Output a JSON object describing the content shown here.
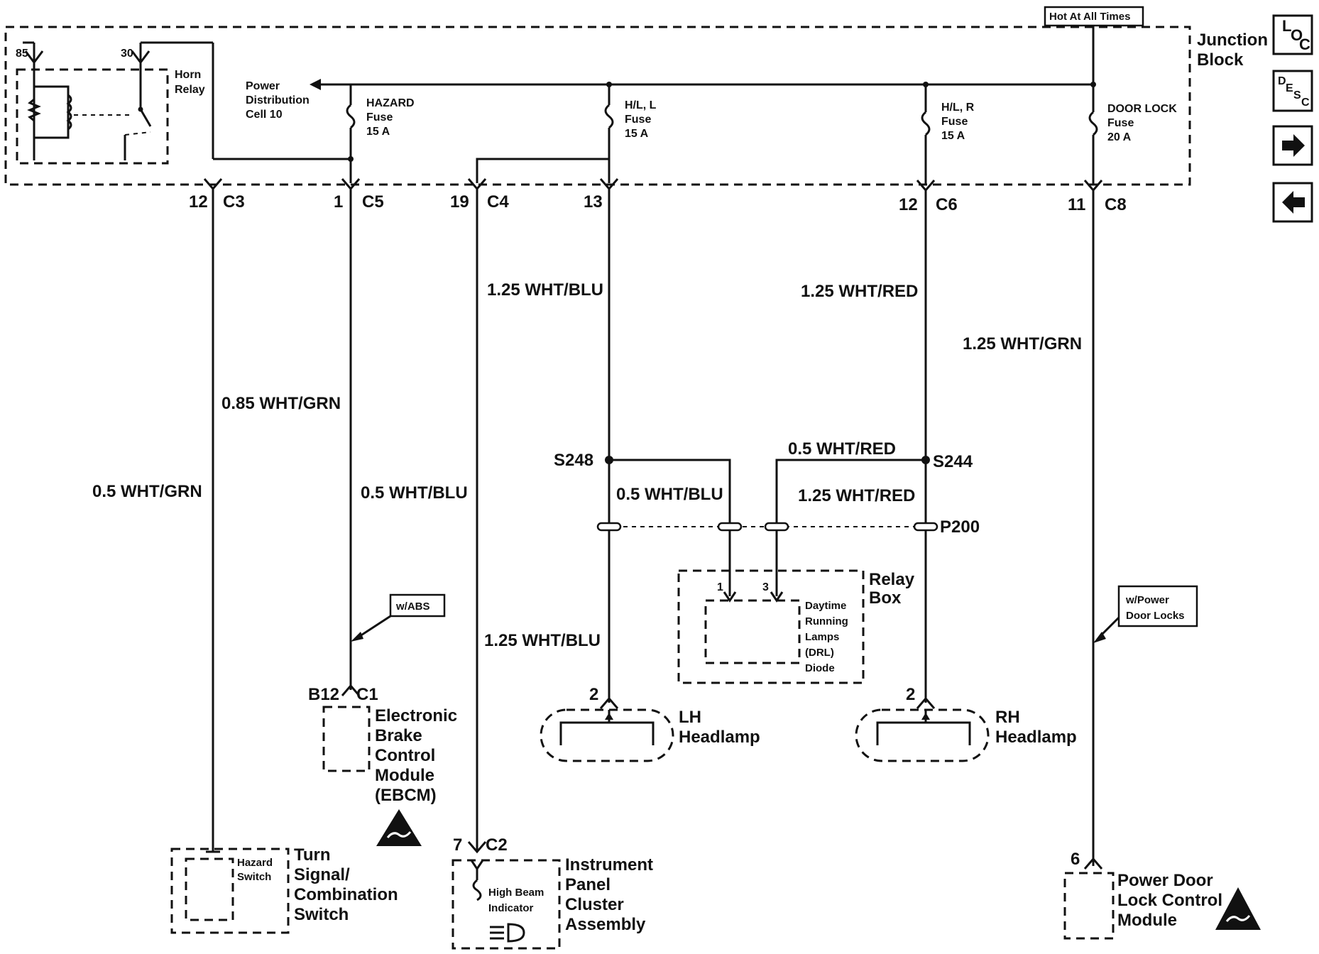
{
  "header": {
    "hot_at_all_times": "Hot At All Times"
  },
  "nav": {
    "loc": {
      "a": "L",
      "b": "O",
      "c": "C"
    },
    "desc": {
      "a": "D",
      "b": "E",
      "c": "S",
      "d": "C"
    }
  },
  "junction_block": {
    "line1": "Junction",
    "line2": "Block"
  },
  "horn_relay": {
    "pin85": "85",
    "pin30": "30",
    "line1": "Horn",
    "line2": "Relay"
  },
  "power_dist": {
    "line1": "Power",
    "line2": "Distribution",
    "line3": "Cell 10"
  },
  "fuses": {
    "hazard": {
      "line1": "HAZARD",
      "line2": "Fuse",
      "line3": "15 A"
    },
    "hl_l": {
      "line1": "H/L, L",
      "line2": "Fuse",
      "line3": "15 A"
    },
    "hl_r": {
      "line1": "H/L, R",
      "line2": "Fuse",
      "line3": "15 A"
    },
    "door_lock": {
      "line1": "DOOR LOCK",
      "line2": "Fuse",
      "line3": "20 A"
    }
  },
  "connectors": {
    "c3": {
      "pin": "12",
      "name": "C3"
    },
    "c5": {
      "pin": "1",
      "name": "C5"
    },
    "c4": {
      "pin": "19",
      "name": "C4"
    },
    "hl": {
      "pin": "13"
    },
    "c6": {
      "pin": "12",
      "name": "C6"
    },
    "c8": {
      "pin": "11",
      "name": "C8"
    }
  },
  "wires": {
    "w1": "1.25 WHT/BLU",
    "w2": "1.25 WHT/RED",
    "w3": "1.25 WHT/GRN",
    "w4": "0.85 WHT/GRN",
    "w5": "0.5 WHT/GRN",
    "w6": "0.5 WHT/BLU",
    "w7": "0.5 WHT/BLU",
    "w8": "0.5 WHT/RED",
    "w9": "1.25 WHT/RED",
    "w10": "1.25 WHT/BLU"
  },
  "splices": {
    "s248": "S248",
    "s244": "S244",
    "p200": "P200"
  },
  "tags": {
    "abs": "w/ABS",
    "power_locks": {
      "line1": "w/Power",
      "line2": "Door Locks"
    }
  },
  "relay_box": {
    "line1": "Relay",
    "line2": "Box",
    "pin1": "1",
    "pin3": "3",
    "drl": {
      "line1": "Daytime",
      "line2": "Running",
      "line3": "Lamps",
      "line4": "(DRL)",
      "line5": "Diode"
    }
  },
  "ebcm": {
    "pin": "B12",
    "conn": "C1",
    "line1": "Electronic",
    "line2": "Brake",
    "line3": "Control",
    "line4": "Module",
    "line5": "(EBCM)"
  },
  "lh_headlamp": {
    "pin": "2",
    "line1": "LH",
    "line2": "Headlamp"
  },
  "rh_headlamp": {
    "pin": "2",
    "line1": "RH",
    "line2": "Headlamp"
  },
  "turn_signal": {
    "hazard1": "Hazard",
    "hazard2": "Switch",
    "line1": "Turn",
    "line2": "Signal/",
    "line3": "Combination",
    "line4": "Switch"
  },
  "cluster": {
    "pin": "7",
    "conn": "C2",
    "hb1": "High Beam",
    "hb2": "Indicator",
    "line1": "Instrument",
    "line2": "Panel",
    "line3": "Cluster",
    "line4": "Assembly"
  },
  "door_lock_module": {
    "pin": "6",
    "line1": "Power Door",
    "line2": "Lock Control",
    "line3": "Module"
  }
}
